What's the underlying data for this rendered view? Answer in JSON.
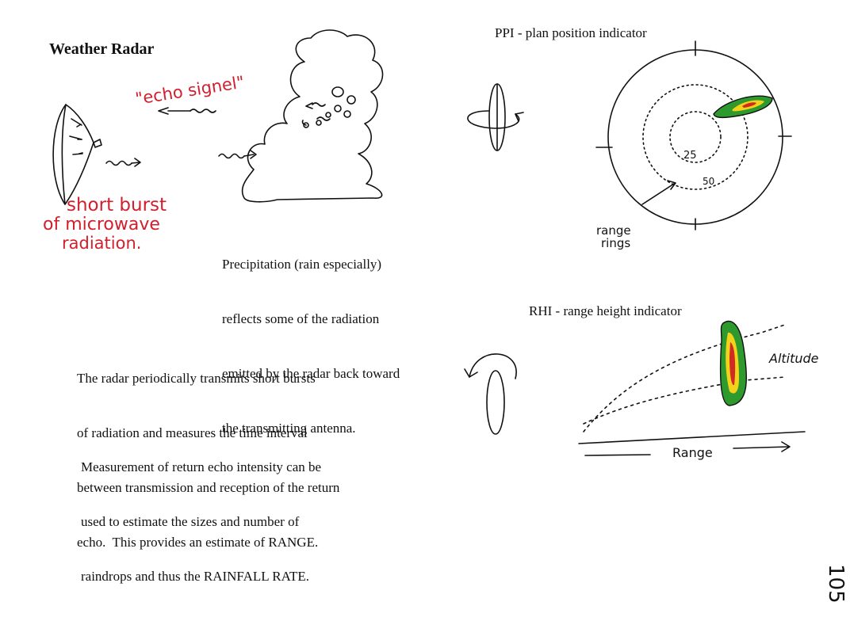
{
  "title": "Weather Radar",
  "annotations": {
    "echo_signal": "\"echo signel\"",
    "short_burst": [
      "short burst",
      "of microwave",
      "radiation."
    ],
    "range_rings": [
      "range",
      "rings"
    ],
    "ring_25": "25",
    "ring_50": "50",
    "altitude": "Altitude",
    "range": "Range",
    "page_number": "105"
  },
  "paragraphs": {
    "precipitation": [
      "Precipitation (rain especially)",
      "reflects some of the radiation",
      "emitted by the radar back toward",
      "the transmitting antenna."
    ],
    "transmit": [
      "The radar periodically transmits short bursts",
      "of radiation and measures the time interval",
      "between transmission and reception of the return",
      "echo.  This provides an estimate of RANGE."
    ],
    "intensity": [
      "Measurement of return echo intensity can be",
      "used to estimate the sizes and number of",
      "raindrops and thus the RAINFALL RATE."
    ]
  },
  "headings": {
    "ppi": "PPI - plan position indicator",
    "rhi": "RHI - range height indicator"
  },
  "colors": {
    "ink": "#111111",
    "red_ink": "#d11f2d",
    "echo_outer": "#2e9a2e",
    "echo_middle": "#f2d21a",
    "echo_core": "#d12a22"
  }
}
